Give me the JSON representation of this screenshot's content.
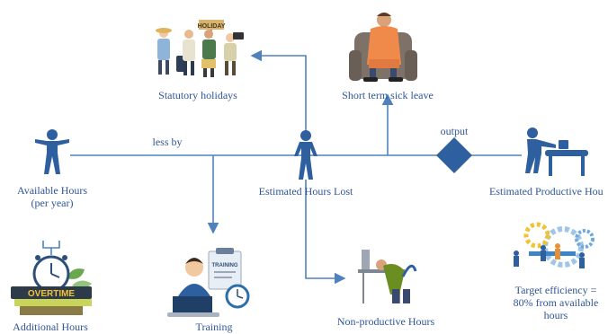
{
  "labels": {
    "statutory_holidays": "Statutory holidays",
    "short_term_sick": "Short term sick leave",
    "less_by": "less by",
    "output": "output",
    "available_hours_line1": "Available Hours",
    "available_hours_line2": "(per year)",
    "estimated_hours_lost": "Estimated Hours Lost",
    "estimated_productive": "Estimated Productive Hou",
    "additional_hours": "Additional Hours",
    "training": "Training",
    "non_productive": "Non-productive Hours",
    "target_line1": "Target efficiency =",
    "target_line2": "80% from available",
    "target_line3": "hours"
  },
  "illustration_text": {
    "holiday_sign": "HOLIDAY",
    "overtime_sign": "OVERTIME",
    "training_board": "TRAINING"
  },
  "colors": {
    "figure": "#2e5f9e",
    "arrow": "#4f81bd",
    "label": "#2f5597"
  },
  "icons": [
    "person-icon",
    "holiday-group-illustration",
    "sick-person-illustration",
    "overtime-clock-illustration",
    "training-illustration",
    "tired-worker-illustration",
    "machine-worker-icon",
    "efficiency-gears-illustration"
  ]
}
